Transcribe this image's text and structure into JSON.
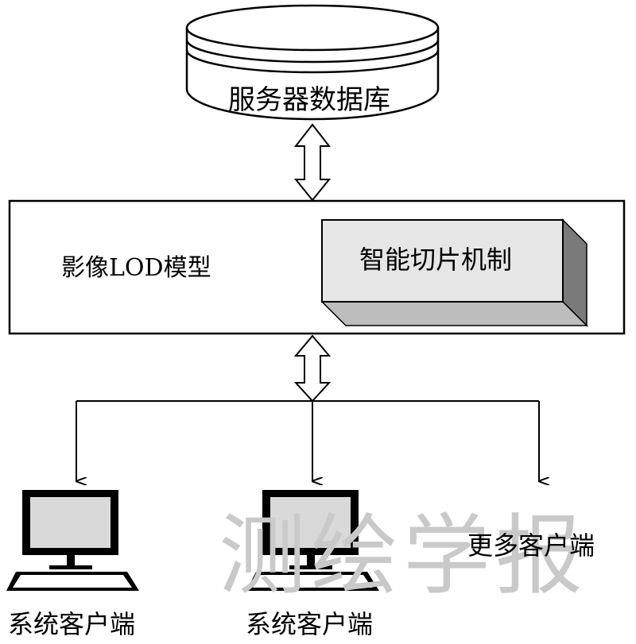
{
  "database": {
    "label": "服务器数据库"
  },
  "model": {
    "label": "影像LOD模型"
  },
  "mechanism": {
    "label": "智能切片机制"
  },
  "clients": [
    {
      "label": "系统客户端"
    },
    {
      "label": "系统客户端"
    },
    {
      "label": "更多客户端"
    }
  ],
  "watermark": {
    "text": "测绘学报"
  },
  "colors": {
    "line": "#000000",
    "monitor_screen": "#d9d9d9",
    "box_face": "#e6e6e6",
    "box_side": "#7a7a7a",
    "box_top": "#bdbdbd",
    "watermark": "#c9c9c9"
  }
}
